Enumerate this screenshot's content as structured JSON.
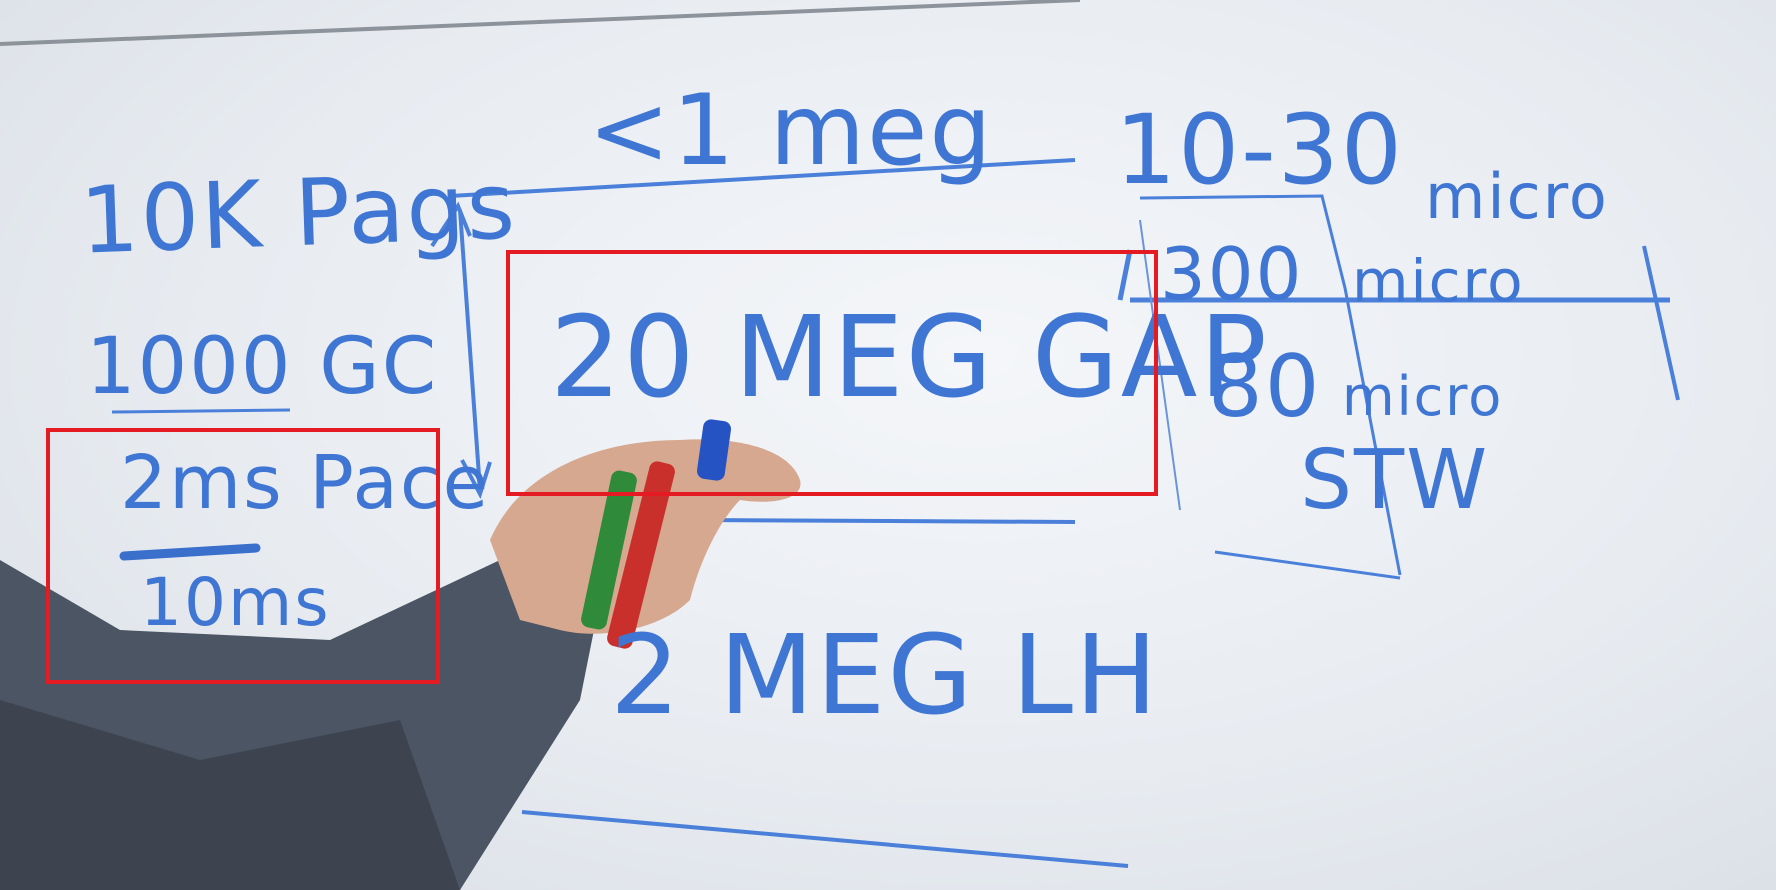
{
  "whiteboard": {
    "top_note": "<1 meg",
    "left_notes": {
      "pages": "10K Pags",
      "gc": "1000 GC",
      "pace": "2ms Pace",
      "limit": "10ms"
    },
    "center_notes": {
      "gap": "20 MEG GAP",
      "lh": "2 MEG LH"
    },
    "right_notes": {
      "range": "10-30",
      "range_unit": "micro",
      "mid": "300",
      "mid_unit": "micro",
      "low": "80",
      "low_unit": "micro",
      "stw": "STW"
    }
  },
  "highlights": [
    "pace-box",
    "gap-box"
  ],
  "colors": {
    "ink": "#3f76d3",
    "highlight": "#e41b23",
    "board": "#eef1f5"
  }
}
